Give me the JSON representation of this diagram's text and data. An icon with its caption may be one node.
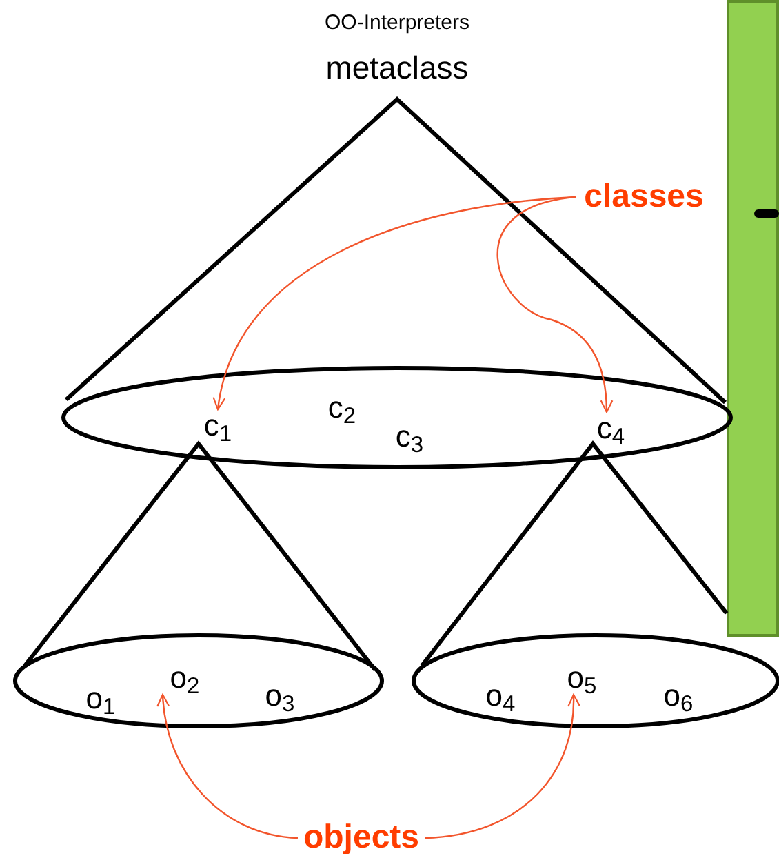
{
  "diagram": {
    "title": "OO-Interpreters",
    "nodes": [
      {
        "text": [
          "classes"
        ]
      },
      {
        "text": [
          "c$_{1}$"
        ]
      },
      {
        "text": [
          "c$_{2}$"
        ]
      },
      {
        "text": [
          "c$_{3}$"
        ]
      },
      {
        "text": [
          "c$_{4}$"
        ]
      },
      {
        "text": [
          "o$_{1}$"
        ]
      },
      {
        "text": [
          "o$_{2}$"
        ]
      },
      {
        "text": [
          "o$_{3}$"
        ]
      },
      {
        "text": [
          "o$_{4}$"
        ]
      },
      {
        "text": [
          "o$_{5}$"
        ]
      },
      {
        "text": [
          "o$_{6}$"
        ]
      },
      {
        "text": [
          "objects"
        ]
      }
    ],
    "edges": [
      {
        "from": 0,
        "to": 1,
        "arrow": "to"
      },
      {
        "from": 0,
        "to": 4,
        "arrow": "to"
      },
      {
        "from": 11,
        "to": 6,
        "arrow": "to"
      },
      {
        "from": 11,
        "to": 9,
        "arrow": "to"
      }
    ],
    "labels": [
      "metaclass"
    ]
  }
}
